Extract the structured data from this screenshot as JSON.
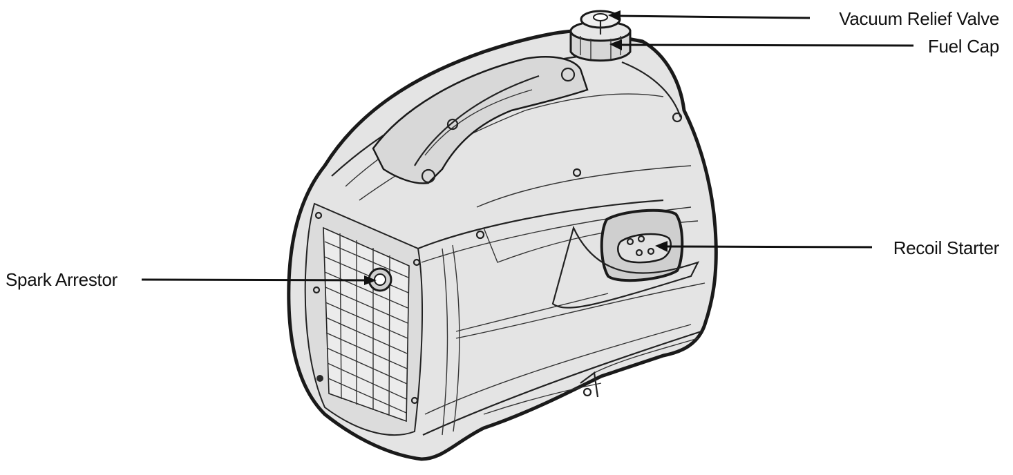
{
  "diagram": {
    "subject": "portable inverter generator",
    "callouts": [
      {
        "id": "vacuum-relief-valve",
        "label": "Vacuum Relief Valve"
      },
      {
        "id": "fuel-cap",
        "label": "Fuel Cap"
      },
      {
        "id": "recoil-starter",
        "label": "Recoil Starter"
      },
      {
        "id": "spark-arrestor",
        "label": "Spark Arrestor"
      }
    ]
  }
}
